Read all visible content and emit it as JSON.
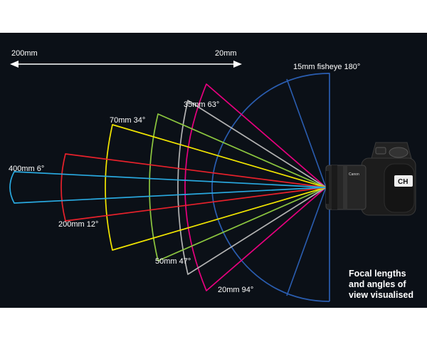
{
  "scale": {
    "left_label": "200mm",
    "right_label": "20mm"
  },
  "caption": [
    "Focal lengths",
    "and angles of",
    "view visualised"
  ],
  "camera": {
    "brand": "Canon",
    "badge": "CH"
  },
  "lenses": [
    {
      "label": "400mm 6°",
      "color": "#29a9e0"
    },
    {
      "label": "200mm 12°",
      "color": "#e8212b"
    },
    {
      "label": "70mm 34°",
      "color": "#f2e600"
    },
    {
      "label": "50mm 47°",
      "color": "#8cc63f"
    },
    {
      "label": "35mm 63°",
      "color": "#b3b3b3"
    },
    {
      "label": "20mm 94°",
      "color": "#e6007e"
    },
    {
      "label": "15mm fisheye 180°",
      "color": "#2a5db0"
    }
  ],
  "colors": {
    "background": "#0b1017",
    "text": "#ffffff"
  },
  "icons": [
    "double-arrow-icon",
    "camera-icon"
  ]
}
